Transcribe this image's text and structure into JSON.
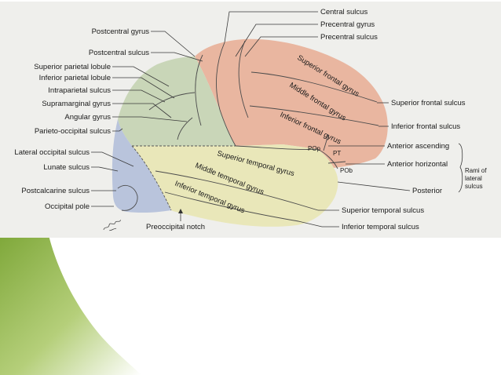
{
  "colors": {
    "frontal": "#e9b6a0",
    "parietal": "#c9d6b8",
    "temporal": "#e9e7b9",
    "occipital": "#b9c4dc",
    "page_background": "#efefec",
    "swoosh": "#8fb64a"
  },
  "labels_left": {
    "postcentral_gyrus": "Postcentral gyrus",
    "postcentral_sulcus": "Postcentral sulcus",
    "superior_parietal_lobule": "Superior parietal lobule",
    "inferior_parietal_lobule": "Inferior parietal lobule",
    "intraparietal_sulcus": "Intraparietal sulcus",
    "supramarginal_gyrus": "Supramarginal gyrus",
    "angular_gyrus": "Angular gyrus",
    "parieto_occipital_sulcus": "Parieto-occipital sulcus",
    "lateral_occipital_sulcus": "Lateral occipital sulcus",
    "lunate_sulcus": "Lunate sulcus",
    "postcalcarine_sulcus": "Postcalcarine sulcus",
    "occipital_pole": "Occipital pole"
  },
  "labels_top": {
    "central_sulcus": "Central sulcus",
    "precentral_gyrus": "Precentral gyrus",
    "precentral_sulcus": "Precentral sulcus"
  },
  "labels_right": {
    "superior_frontal_sulcus": "Superior frontal sulcus",
    "inferior_frontal_sulcus": "Inferior frontal sulcus",
    "anterior_ascending": "Anterior ascending",
    "anterior_horizontal": "Anterior horizontal",
    "posterior": "Posterior",
    "rami_of_lateral_sulcus": [
      "Rami of",
      "lateral",
      "sulcus"
    ]
  },
  "labels_bottom": {
    "superior_temporal_sulcus": "Superior temporal sulcus",
    "inferior_temporal_sulcus": "Inferior temporal sulcus",
    "preoccipital_notch": "Preoccipital notch"
  },
  "gyri": {
    "superior_frontal_gyrus": "Superior frontal gyrus",
    "middle_frontal_gyrus": "Middle frontal gyrus",
    "inferior_frontal_gyrus": "Inferior frontal gyrus",
    "pop": "POp",
    "pt": "PT",
    "pob": "POb",
    "superior_temporal_gyrus": "Superior temporal gyrus",
    "middle_temporal_gyrus": "Middle temporal gyrus",
    "inferior_temporal_gyrus": "Inferior temporal gyrus"
  },
  "signature": "yogesh"
}
